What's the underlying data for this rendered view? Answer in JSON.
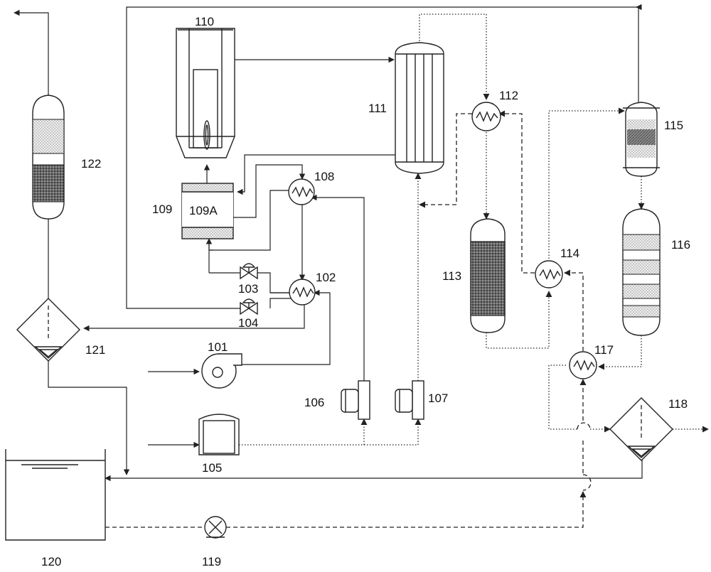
{
  "labels": {
    "n101": "101",
    "n102": "102",
    "n103": "103",
    "n104": "104",
    "n105": "105",
    "n106": "106",
    "n107": "107",
    "n108": "108",
    "n109": "109",
    "n109a": "109A",
    "n110": "110",
    "n111": "111",
    "n112": "112",
    "n113": "113",
    "n114": "114",
    "n115": "115",
    "n116": "116",
    "n117": "117",
    "n118": "118",
    "n119": "119",
    "n120": "120",
    "n121": "121",
    "n122": "122"
  },
  "colors": {
    "line": "#222222",
    "packing_light": "#d8d8d8",
    "packing_dark": "#555555",
    "band_light": "#cfcfcf",
    "hatch": "#777777"
  }
}
